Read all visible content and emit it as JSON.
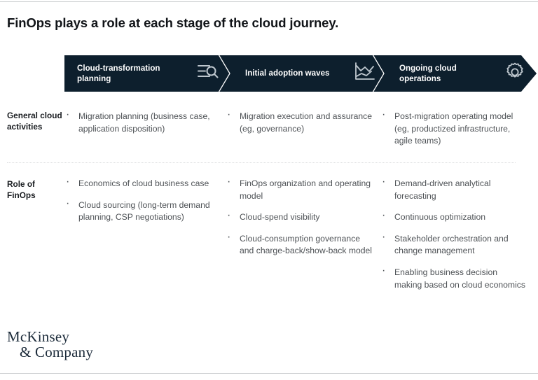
{
  "slide": {
    "title": "FinOps plays a role at each stage of the cloud journey.",
    "brand_navy": "#0d1f2d",
    "body_text_color": "#4e5256"
  },
  "banner": {
    "stages": [
      {
        "label": "Cloud-transformation planning",
        "icon": "list-search-icon"
      },
      {
        "label": "Initial adoption waves",
        "icon": "line-chart-icon"
      },
      {
        "label": "Ongoing cloud operations",
        "icon": "gear-icon"
      }
    ]
  },
  "rows": [
    {
      "label": "General cloud activities",
      "columns": [
        {
          "bullets": [
            "Migration planning (business case, application disposition)"
          ]
        },
        {
          "bullets": [
            "Migration execution and assurance (eg, governance)"
          ]
        },
        {
          "bullets": [
            "Post-migration operating model (eg, productized infrastructure, agile teams)"
          ]
        }
      ]
    },
    {
      "label": "Role of FinOps",
      "columns": [
        {
          "bullets": [
            "Economics of cloud business case",
            "Cloud sourcing (long-term demand planning, CSP negotiations)"
          ]
        },
        {
          "bullets": [
            "FinOps organization and operating model",
            "Cloud-spend visibility",
            "Cloud-consumption governance and charge-back/show-back model"
          ]
        },
        {
          "bullets": [
            "Demand-driven analytical forecasting",
            "Continuous optimization",
            "Stakeholder orchestration and change management",
            "Enabling business decision making based on cloud economics"
          ]
        }
      ]
    }
  ],
  "logo": {
    "line1": "McKinsey",
    "line2": "& Company"
  }
}
